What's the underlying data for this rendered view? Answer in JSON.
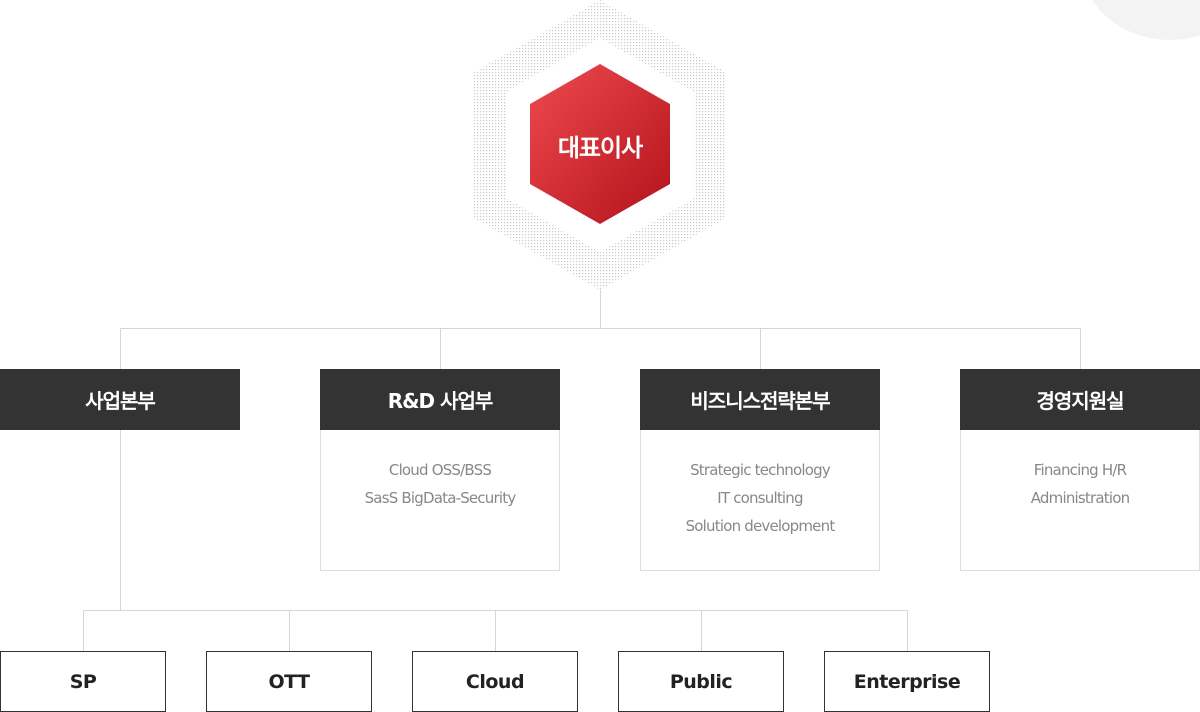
{
  "ceo": {
    "label": "대표이사",
    "colors": {
      "hex_light": "#e8424a",
      "hex_dark": "#b8141c",
      "dots": "#c9c9c9"
    }
  },
  "departments": [
    {
      "title": "사업본부",
      "items": []
    },
    {
      "title": "R&D 사업부",
      "items": [
        "Cloud OSS/BSS",
        "SasS BigData-Security"
      ]
    },
    {
      "title": "비즈니스전략본부",
      "items": [
        "Strategic technology",
        "IT consulting",
        "Solution development"
      ]
    },
    {
      "title": "경영지원실",
      "items": [
        "Financing H/R",
        "Administration"
      ]
    }
  ],
  "business_units": [
    "SP",
    "OTT",
    "Cloud",
    "Public",
    "Enterprise"
  ],
  "colors": {
    "dept_header_bg": "#333333",
    "connector": "#d6d6d6",
    "body_text": "#888888"
  }
}
